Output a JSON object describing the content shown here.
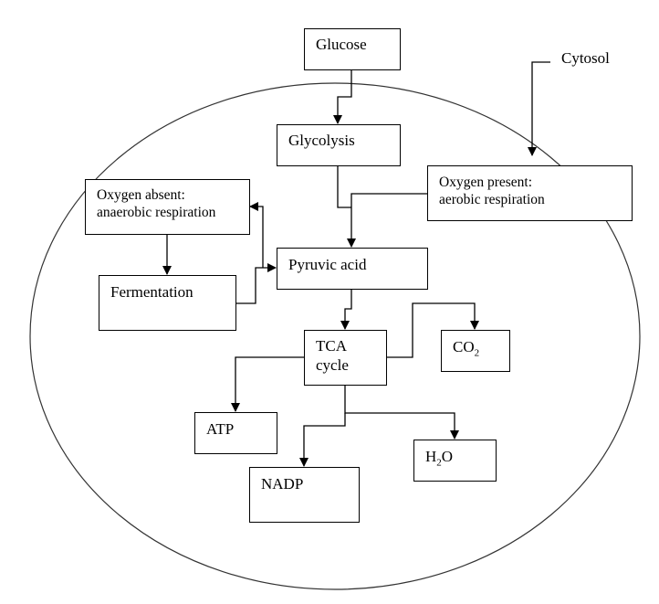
{
  "nodes": {
    "glucose": "Glucose",
    "glycolysis": "Glycolysis",
    "cytosol": "Cytosol",
    "oxygen_present": {
      "line1": "Oxygen present:",
      "line2": "aerobic respiration"
    },
    "oxygen_absent": {
      "line1": "Oxygen absent:",
      "line2": "anaerobic respiration"
    },
    "pyruvic_acid": "Pyruvic acid",
    "fermentation": "Fermentation",
    "tca": {
      "line1": "TCA",
      "line2": "cycle"
    },
    "co2": {
      "base": "CO",
      "sub": "2"
    },
    "atp": "ATP",
    "h2o": {
      "pre": "H",
      "sub": "2",
      "post": "O"
    },
    "nadp": "NADP"
  }
}
